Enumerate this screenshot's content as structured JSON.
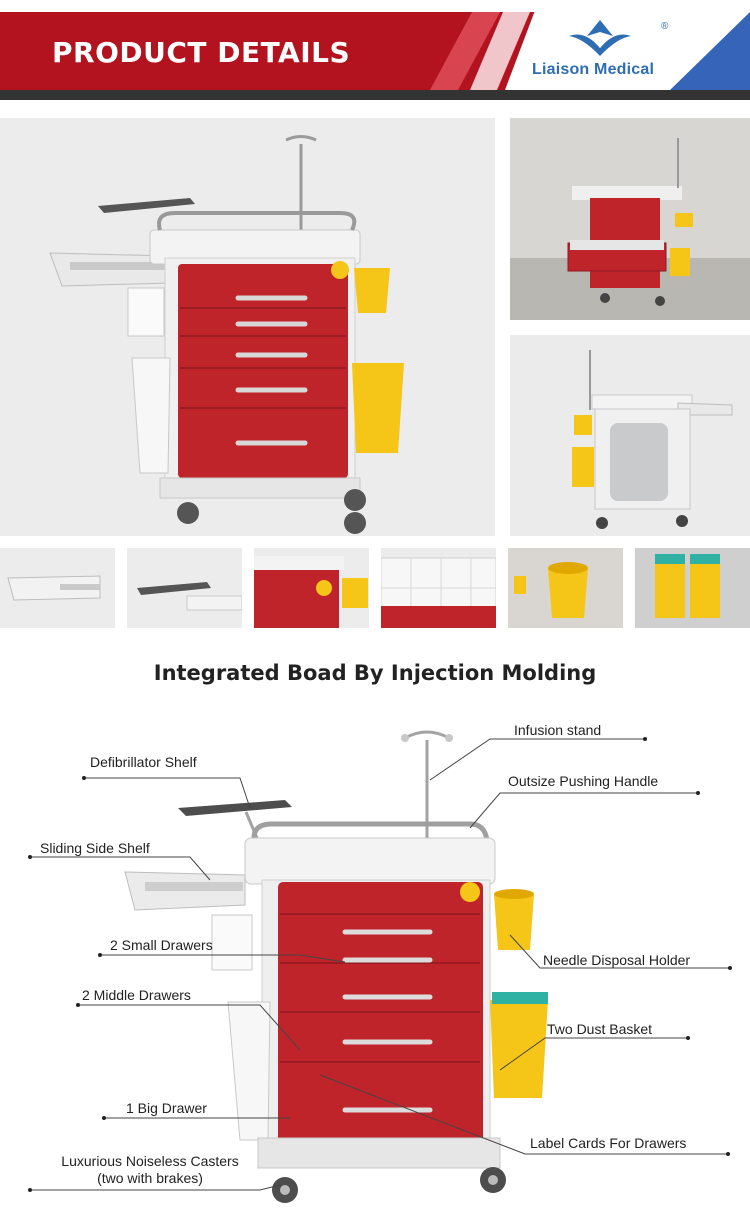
{
  "header": {
    "title": "PRODUCT DETAILS",
    "brand": "Liaison Medical",
    "registered_mark": "®",
    "colors": {
      "banner_red": "#b3131f",
      "brand_blue": "#2e6db4",
      "corner_blue": "#3564b8",
      "bar_dark": "#333333"
    }
  },
  "gallery": {
    "main_photo": "trolley-front-three-quarter-photo",
    "side_photos": [
      "trolley-with-open-drawer-photo",
      "trolley-back-view-photo"
    ],
    "thumbnails": [
      "sliding-side-shelf-thumb",
      "defibrillator-shelf-thumb",
      "lock-and-holder-thumb",
      "drawer-divider-thumb",
      "needle-disposal-holder-thumb",
      "dust-basket-thumb"
    ]
  },
  "section_heading": "Integrated Boad By Injection Molding",
  "callouts": {
    "infusion_stand": "Infusion stand",
    "defibrillator_shelf": "Defibrillator Shelf",
    "pushing_handle": "Outsize Pushing Handle",
    "sliding_side_shelf": "Sliding Side Shelf",
    "small_drawers": "2 Small Drawers",
    "needle_disposal": "Needle Disposal Holder",
    "middle_drawers": "2 Middle Drawers",
    "dust_basket": "Two Dust Basket",
    "big_drawer": "1 Big Drawer",
    "label_cards": "Label Cards For Drawers",
    "casters_line1": "Luxurious Noiseless Casters",
    "casters_line2": "(two with brakes)"
  },
  "product_colors": {
    "drawer_red": "#c0242b",
    "frame_white": "#f2f2f2",
    "bin_yellow": "#f5c518",
    "handle_silver": "#b9bcc0"
  }
}
